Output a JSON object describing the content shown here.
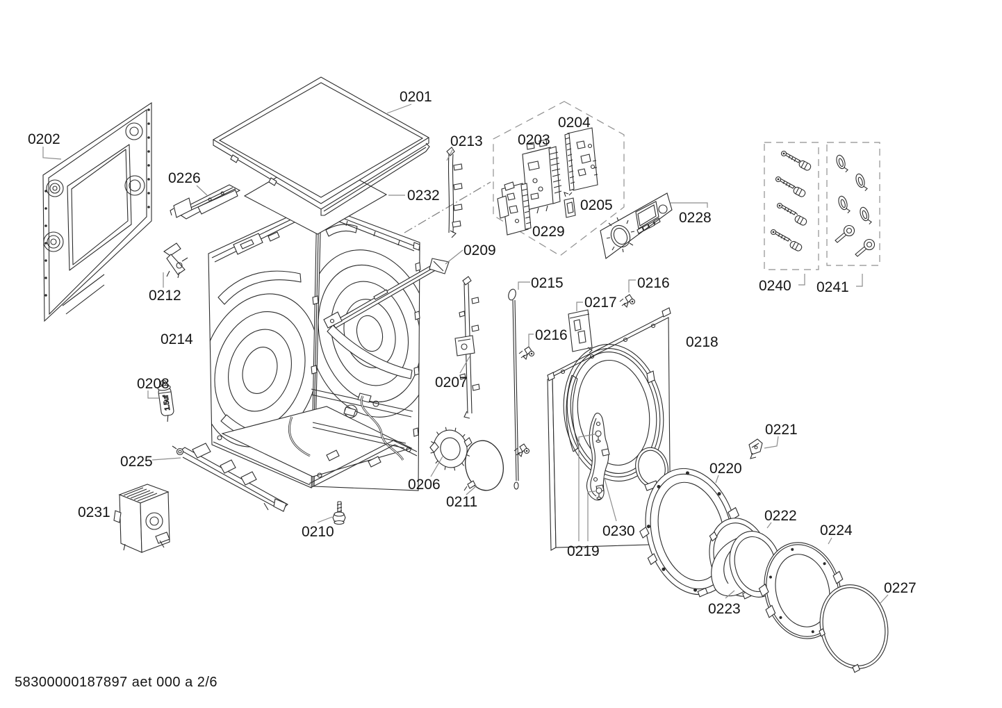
{
  "footer": "58300000187897 aet 000 a 2/6",
  "capacitor_text": "1.5uf",
  "part_labels": {
    "p0201": "0201",
    "p0202": "0202",
    "p0203": "0203",
    "p0204": "0204",
    "p0205": "0205",
    "p0206": "0206",
    "p0207": "0207",
    "p0208": "0208",
    "p0209": "0209",
    "p0210": "0210",
    "p0211": "0211",
    "p0212": "0212",
    "p0213": "0213",
    "p0214": "0214",
    "p0215": "0215",
    "p0216a": "0216",
    "p0216b": "0216",
    "p0217": "0217",
    "p0218": "0218",
    "p0219": "0219",
    "p0220": "0220",
    "p0221": "0221",
    "p0222": "0222",
    "p0223": "0223",
    "p0224": "0224",
    "p0225": "0225",
    "p0226": "0226",
    "p0227": "0227",
    "p0228": "0228",
    "p0229": "0229",
    "p0230": "0230",
    "p0231": "0231",
    "p0232": "0232",
    "p0240": "0240",
    "p0241": "0241"
  }
}
